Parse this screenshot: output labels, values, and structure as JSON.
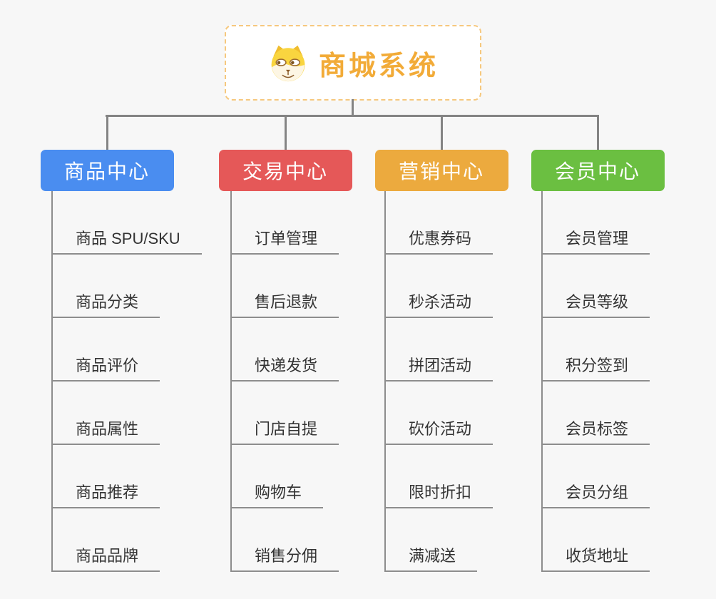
{
  "root": {
    "title": "商城系统",
    "icon": "dog-face-icon",
    "accent_color": "#f2ab38",
    "border_color": "#f6c87e"
  },
  "connector_color": "#848484",
  "branches": [
    {
      "id": "product-center",
      "label": "商品中心",
      "color": "#4a8df0",
      "children": [
        "商品 SPU/SKU",
        "商品分类",
        "商品评价",
        "商品属性",
        "商品推荐",
        "商品品牌"
      ]
    },
    {
      "id": "trade-center",
      "label": "交易中心",
      "color": "#e55858",
      "children": [
        "订单管理",
        "售后退款",
        "快递发货",
        "门店自提",
        "购物车",
        "销售分佣"
      ]
    },
    {
      "id": "marketing-center",
      "label": "营销中心",
      "color": "#ecaa3e",
      "children": [
        "优惠券码",
        "秒杀活动",
        "拼团活动",
        "砍价活动",
        "限时折扣",
        "满减送"
      ]
    },
    {
      "id": "member-center",
      "label": "会员中心",
      "color": "#6bbf41",
      "children": [
        "会员管理",
        "会员等级",
        "积分签到",
        "会员标签",
        "会员分组",
        "收货地址"
      ]
    }
  ]
}
